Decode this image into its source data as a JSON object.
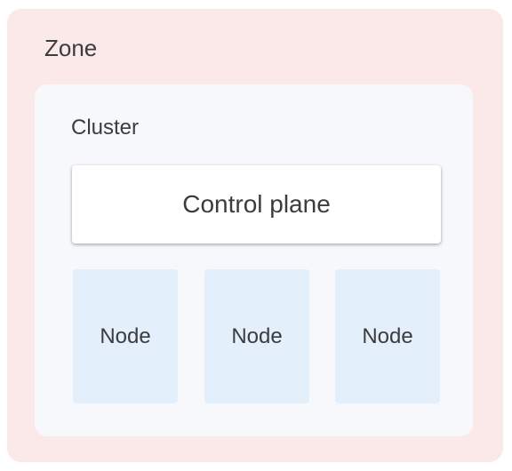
{
  "zone": {
    "label": "Zone"
  },
  "cluster": {
    "label": "Cluster",
    "control_plane": "Control plane",
    "nodes": [
      "Node",
      "Node",
      "Node"
    ]
  }
}
